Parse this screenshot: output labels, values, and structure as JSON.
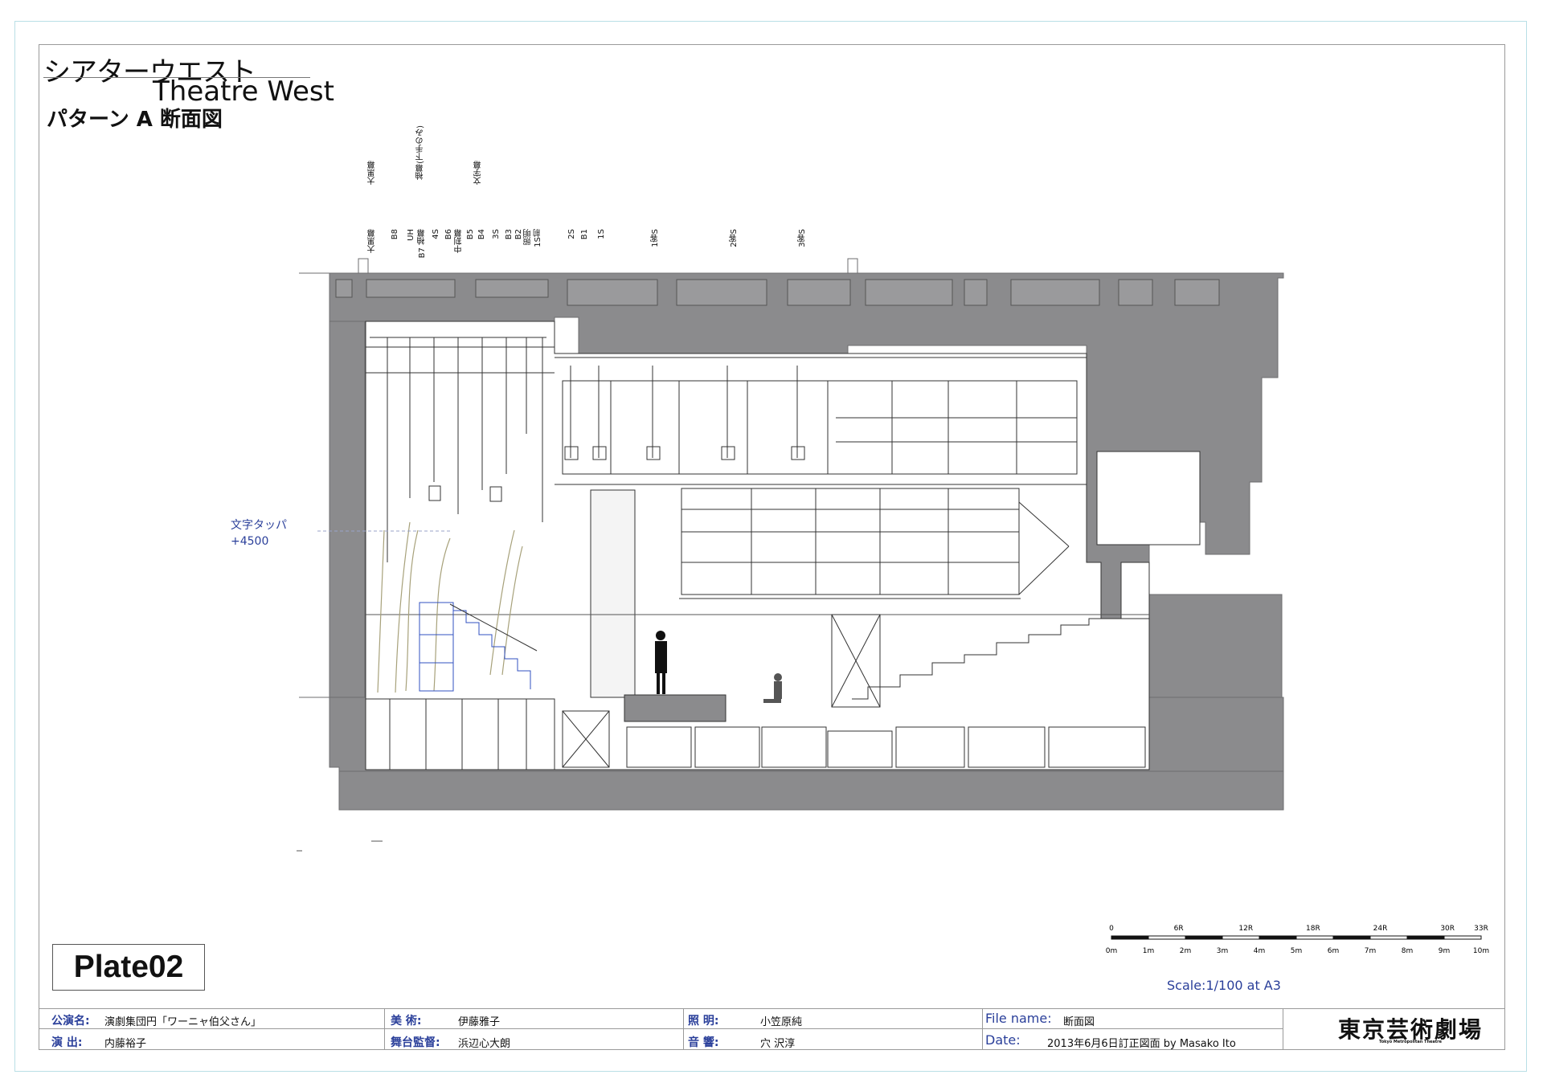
{
  "title": {
    "jp": "シアターウエスト",
    "en": "Theatre West",
    "sub": "パターン A 断面図"
  },
  "top_labels": [
    "大黒幕",
    "袖幕(下手のみ)",
    "文字幕"
  ],
  "flies": [
    "大黒幕",
    "B8",
    "UH",
    "B7 袖幕",
    "4S",
    "B6",
    "中割幕",
    "B5",
    "B4",
    "3S",
    "B3",
    "B2",
    "照明",
    "1S前",
    "2S",
    "B1",
    "1S",
    "1客S",
    "2客S",
    "3客S"
  ],
  "annotation": {
    "line1": "文字タッパ",
    "line2": "+4500"
  },
  "plate": "Plate02",
  "scale": {
    "text": "Scale:1/100 at A3",
    "upper": [
      "0",
      "6R",
      "12R",
      "18R",
      "24R",
      "30R",
      "33R"
    ],
    "lower": [
      "0m",
      "1m",
      "2m",
      "3m",
      "4m",
      "5m",
      "6m",
      "7m",
      "8m",
      "9m",
      "10m"
    ]
  },
  "credits": {
    "performance_label": "公演名:",
    "performance_value": "演劇集団円「ワーニャ伯父さん」",
    "director_label": "演 出:",
    "director_value": "内藤裕子",
    "art_label": "美 術:",
    "art_value": "伊藤雅子",
    "stage_manager_label": "舞台監督:",
    "stage_manager_value": "浜辺心大朗",
    "lighting_label": "照 明:",
    "lighting_value": "小笠原純",
    "sound_label": "音 響:",
    "sound_value": "穴 沢淳",
    "file_label": "File name:",
    "file_value": "断面図",
    "date_label": "Date:",
    "date_value": "2013年6月6日訂正図面 by Masako Ito"
  },
  "logo": {
    "main": "東京芸術劇場",
    "sub": "Tokyo Metropolitan Theatre"
  },
  "colors": {
    "wall": "#8b8b8d",
    "accent_blue": "#2a3f9a",
    "frame": "#b9dfe6"
  }
}
